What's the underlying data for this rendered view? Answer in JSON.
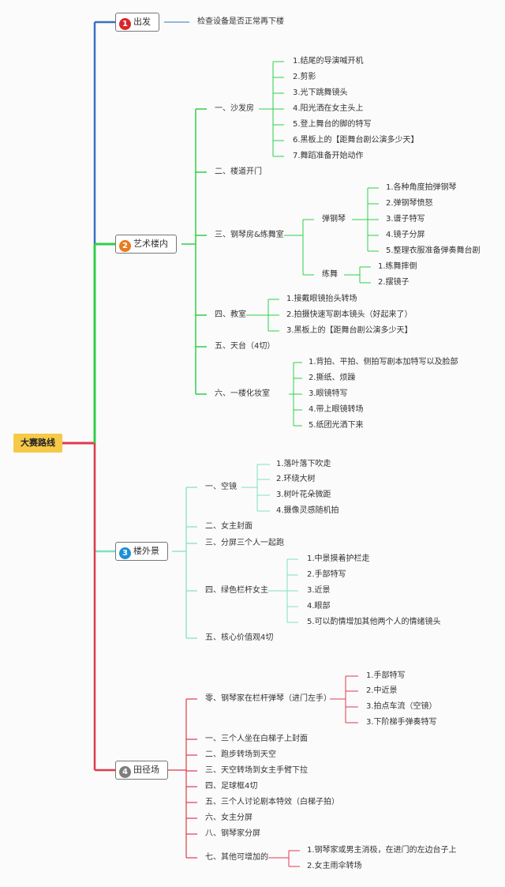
{
  "root": {
    "label": "大赛路线",
    "color": "#f7c948"
  },
  "branches": [
    {
      "num": "1",
      "label": "出发",
      "color": "#3a6fc4",
      "badge": "#d9262b",
      "groups": [
        {
          "label": "检查设备是否正常再下楼",
          "items": []
        }
      ]
    },
    {
      "num": "2",
      "label": "艺术楼内",
      "color": "#2fcf49",
      "badge": "#e87a1e",
      "groups": [
        {
          "label": "一、沙发房",
          "items": [
            "1.结尾的导演喊开机",
            "2.剪影",
            "3.光下跳舞镜头",
            "4.阳光洒在女主头上",
            "5.登上舞台的脚的特写",
            "6.黑板上的【距舞台剧公演多少天】",
            "7.舞蹈准备开始动作"
          ]
        },
        {
          "label": "二、楼道开门",
          "items": []
        },
        {
          "label": "三、钢琴房&练舞室",
          "items": [],
          "subgroups": [
            {
              "label": "弹钢琴",
              "items": [
                "1.各种角度拍弹钢琴",
                "2.弹钢琴愤怒",
                "3.谱子特写",
                "4.镜子分屏",
                "5.整理衣服准备弹奏舞台剧"
              ]
            },
            {
              "label": "练舞",
              "items": [
                "1.练舞摔倒",
                "2.摆镜子"
              ]
            }
          ]
        },
        {
          "label": "四、教室",
          "items": [
            "1.接戴眼镜抬头转场",
            "2.拍摄快速写剧本镜头（好起来了）",
            "3.黑板上的【距舞台剧公演多少天】"
          ]
        },
        {
          "label": "五、天台（4切）",
          "items": []
        },
        {
          "label": "六、一楼化妆室",
          "items": [
            "1.背拍、平拍、侧拍写剧本加特写以及脸部",
            "2.撕纸、烦躁",
            "3.眼镜特写",
            "4.带上眼镜转场",
            "5.纸团光洒下来"
          ]
        }
      ]
    },
    {
      "num": "3",
      "label": "楼外景",
      "color": "#7ee0c3",
      "badge": "#1f8fd6",
      "groups": [
        {
          "label": "一、空镜",
          "items": [
            "1.落叶落下吹走",
            "2.环绕大树",
            "3.树叶花朵微距",
            "4.摄像灵感随机拍"
          ]
        },
        {
          "label": "二、女主封面",
          "items": []
        },
        {
          "label": "三、分屏三个人一起跑",
          "items": []
        },
        {
          "label": "四、绿色栏杆女主",
          "items": [
            "1.中景摸着护栏走",
            "2.手部特写",
            "3.近景",
            "4.眼部",
            "5.可以酌情增加其他两个人的情绪镜头"
          ]
        },
        {
          "label": "五、核心价值观4切",
          "items": []
        }
      ]
    },
    {
      "num": "4",
      "label": "田径场",
      "color": "#e03a4e",
      "badge": "#7d7d7d",
      "groups": [
        {
          "label": "零、钢琴家在栏杆弹琴（进门左手）",
          "items": [
            "1.手部特写",
            "2.中近景",
            "3.拍点车流（空镜）",
            "3.下阶梯手弹奏特写"
          ]
        },
        {
          "label": "一、三个人坐在白梯子上封面",
          "items": []
        },
        {
          "label": "二、跑步转场到天空",
          "items": []
        },
        {
          "label": "三、天空转场到女主手臂下拉",
          "items": []
        },
        {
          "label": "四、足球框4切",
          "items": []
        },
        {
          "label": "五、三个人讨论剧本特效（白梯子拍）",
          "items": []
        },
        {
          "label": "六、女主分屏",
          "items": []
        },
        {
          "label": "八、钢琴家分屏",
          "items": []
        },
        {
          "label": "七、其他可增加的",
          "items": [
            "1.钢琴家或男主消极，在进门的左边台子上",
            "2.女主雨伞转场"
          ]
        }
      ]
    }
  ]
}
